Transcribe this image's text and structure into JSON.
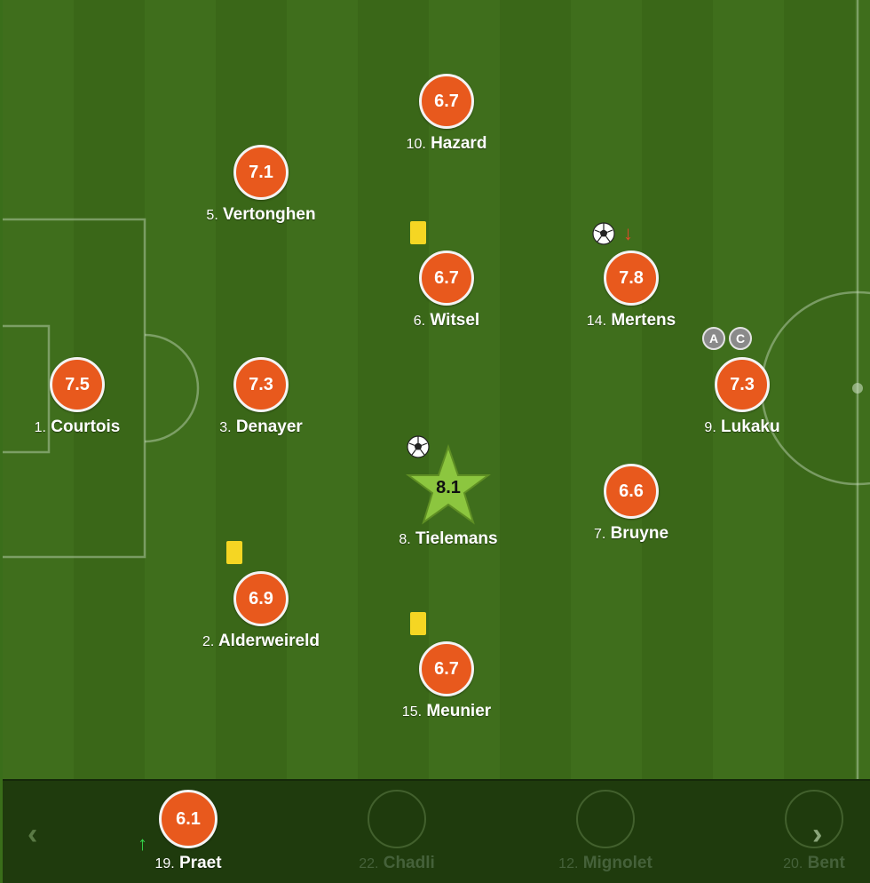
{
  "colors": {
    "rating_orange": "#e8591d",
    "top_player_green": "#8cc63f",
    "yellow_card": "#f5d623",
    "pitch_green": "#3f6e1c",
    "bench_bg": "#1f3b0d"
  },
  "players": [
    {
      "id": "courtois",
      "number": "1.",
      "name": "Courtois",
      "rating": "7.5"
    },
    {
      "id": "alderweireld",
      "number": "2.",
      "name": "Alderweireld",
      "rating": "6.9",
      "yellow_card": true
    },
    {
      "id": "denayer",
      "number": "3.",
      "name": "Denayer",
      "rating": "7.3"
    },
    {
      "id": "vertonghen",
      "number": "5.",
      "name": "Vertonghen",
      "rating": "7.1"
    },
    {
      "id": "hazard",
      "number": "10.",
      "name": "Hazard",
      "rating": "6.7"
    },
    {
      "id": "witsel",
      "number": "6.",
      "name": "Witsel",
      "rating": "6.7",
      "yellow_card": true
    },
    {
      "id": "tielemans",
      "number": "8.",
      "name": "Tielemans",
      "rating": "8.1",
      "goal": true,
      "top_rated": true
    },
    {
      "id": "meunier",
      "number": "15.",
      "name": "Meunier",
      "rating": "6.7",
      "yellow_card": true
    },
    {
      "id": "mertens",
      "number": "14.",
      "name": "Mertens",
      "rating": "7.8",
      "goal": true,
      "subbed_off": true
    },
    {
      "id": "bruyne",
      "number": "7.",
      "name": "Bruyne",
      "rating": "6.6"
    },
    {
      "id": "lukaku",
      "number": "9.",
      "name": "Lukaku",
      "rating": "7.3",
      "badges": [
        "A",
        "C"
      ]
    }
  ],
  "bench": [
    {
      "id": "praet",
      "number": "19.",
      "name": "Praet",
      "rating": "6.1",
      "subbed_on": true
    },
    {
      "id": "chadli",
      "number": "22.",
      "name": "Chadli",
      "rating": ""
    },
    {
      "id": "mignolet",
      "number": "12.",
      "name": "Mignolet",
      "rating": ""
    },
    {
      "id": "benteke",
      "number": "20.",
      "name": "Bent",
      "rating": ""
    }
  ],
  "nav": {
    "prev": "‹",
    "next": "›"
  },
  "icons": {
    "yellow_card": "yellow-card-icon",
    "goal": "soccer-ball-icon",
    "sub_off": "arrow-down-icon",
    "sub_on": "arrow-up-icon",
    "top_player": "star-icon"
  }
}
